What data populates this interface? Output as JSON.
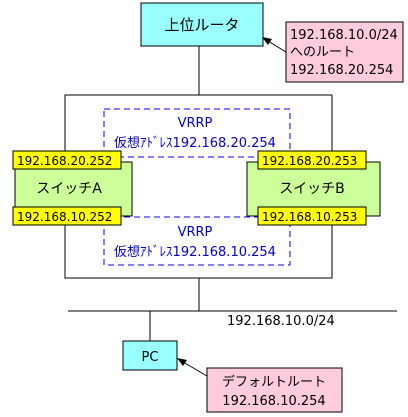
{
  "router": {
    "label": "上位ルータ"
  },
  "router_note": {
    "lines": [
      "192.168.10.0/24",
      "へのルート",
      "192.168.20.254"
    ]
  },
  "switch_a": {
    "label": "スイッチA",
    "upper_ip": "192.168.20.252",
    "lower_ip": "192.168.10.252"
  },
  "switch_b": {
    "label": "スイッチB",
    "upper_ip": "192.168.20.253",
    "lower_ip": "192.168.10.253"
  },
  "vrrp_upper": {
    "title": "VRRP",
    "address": "仮想ｱﾄﾞﾚｽ192.168.20.254"
  },
  "vrrp_lower": {
    "title": "VRRP",
    "address": "仮想ｱﾄﾞﾚｽ192.168.10.254"
  },
  "lan": {
    "label": "192.168.10.0/24"
  },
  "pc": {
    "label": "PC"
  },
  "pc_note": {
    "lines": [
      "デフォルトルート",
      "192.168.10.254"
    ]
  },
  "colors": {
    "router_fill": "#99ffff",
    "note_fill": "#ffccdd",
    "switch_fill": "#ccff99",
    "ip_fill": "#ffff00",
    "vrrp_border": "#0000ff",
    "vrrp_text": "#0000cc"
  }
}
